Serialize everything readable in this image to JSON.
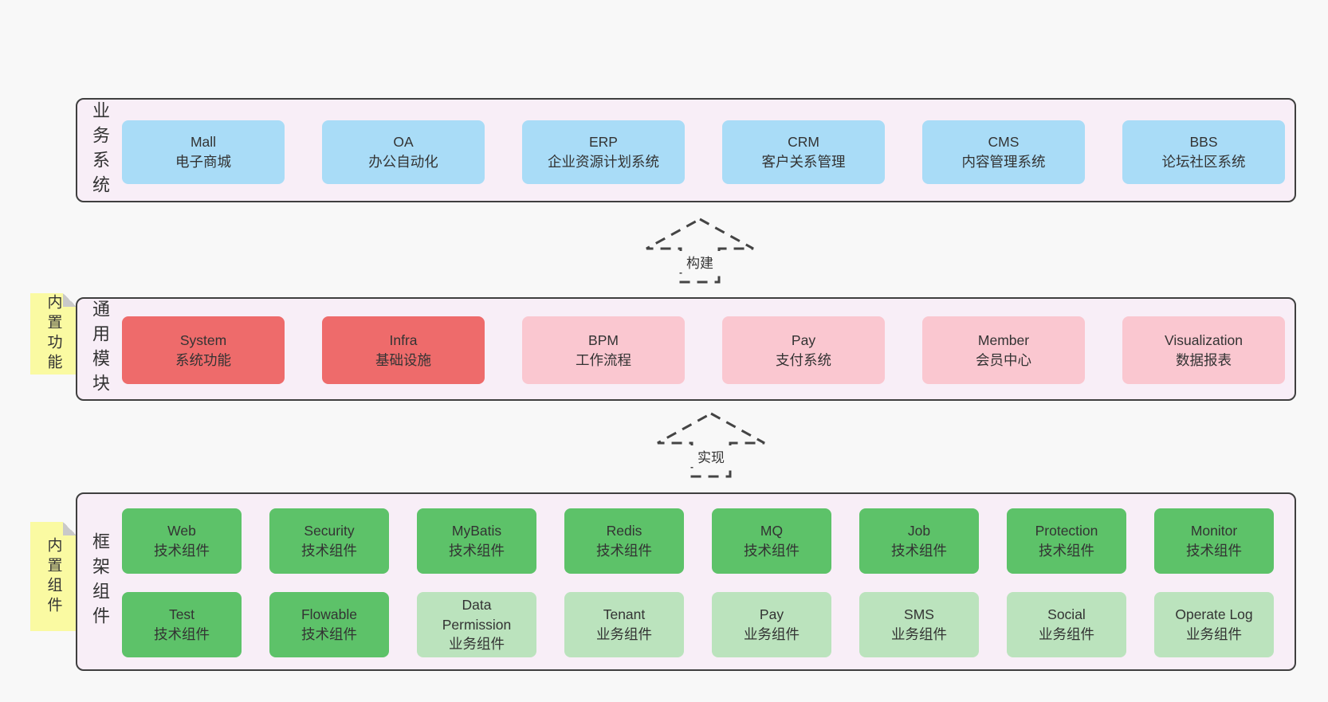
{
  "colors": {
    "page_bg": "#f8f8f8",
    "panel_bg": "#f8eef7",
    "panel_border": "#3f3f3f",
    "box_blue": "#a9dcf7",
    "box_red": "#ee6b6b",
    "box_pink": "#fac7d0",
    "box_green": "#5dc269",
    "box_green_light": "#bbe3bd",
    "note_yellow": "#fafaa2",
    "fold_gray": "#c9c9c9",
    "dash": "#444444",
    "text": "#333333"
  },
  "arrows": [
    {
      "label": "构建"
    },
    {
      "label": "实现"
    }
  ],
  "layers": [
    {
      "label": "业务系统",
      "items": [
        {
          "title": "Mall",
          "subtitle": "电子商城"
        },
        {
          "title": "OA",
          "subtitle": "办公自动化"
        },
        {
          "title": "ERP",
          "subtitle": "企业资源计划系统"
        },
        {
          "title": "CRM",
          "subtitle": "客户关系管理"
        },
        {
          "title": "CMS",
          "subtitle": "内容管理系统"
        },
        {
          "title": "BBS",
          "subtitle": "论坛社区系统"
        }
      ]
    },
    {
      "label": "通用模块",
      "note": "内置功能",
      "items": [
        {
          "title": "System",
          "subtitle": "系统功能",
          "kind": "core"
        },
        {
          "title": "Infra",
          "subtitle": "基础设施",
          "kind": "core"
        },
        {
          "title": "BPM",
          "subtitle": "工作流程",
          "kind": "extension"
        },
        {
          "title": "Pay",
          "subtitle": "支付系统",
          "kind": "extension"
        },
        {
          "title": "Member",
          "subtitle": "会员中心",
          "kind": "extension"
        },
        {
          "title": "Visualization",
          "subtitle": "数据报表",
          "kind": "extension"
        }
      ]
    },
    {
      "label": "框架组件",
      "note": "内置组件",
      "rows": [
        [
          {
            "title": "Web",
            "subtitle": "技术组件",
            "kind": "tech"
          },
          {
            "title": "Security",
            "subtitle": "技术组件",
            "kind": "tech"
          },
          {
            "title": "MyBatis",
            "subtitle": "技术组件",
            "kind": "tech"
          },
          {
            "title": "Redis",
            "subtitle": "技术组件",
            "kind": "tech"
          },
          {
            "title": "MQ",
            "subtitle": "技术组件",
            "kind": "tech"
          },
          {
            "title": "Job",
            "subtitle": "技术组件",
            "kind": "tech"
          },
          {
            "title": "Protection",
            "subtitle": "技术组件",
            "kind": "tech"
          },
          {
            "title": "Monitor",
            "subtitle": "技术组件",
            "kind": "tech"
          }
        ],
        [
          {
            "title": "Test",
            "subtitle": "技术组件",
            "kind": "tech"
          },
          {
            "title": "Flowable",
            "subtitle": "技术组件",
            "kind": "tech"
          },
          {
            "title": "Data Permission",
            "subtitle": "业务组件",
            "kind": "biz"
          },
          {
            "title": "Tenant",
            "subtitle": "业务组件",
            "kind": "biz"
          },
          {
            "title": "Pay",
            "subtitle": "业务组件",
            "kind": "biz"
          },
          {
            "title": "SMS",
            "subtitle": "业务组件",
            "kind": "biz"
          },
          {
            "title": "Social",
            "subtitle": "业务组件",
            "kind": "biz"
          },
          {
            "title": "Operate Log",
            "subtitle": "业务组件",
            "kind": "biz"
          }
        ]
      ]
    }
  ]
}
